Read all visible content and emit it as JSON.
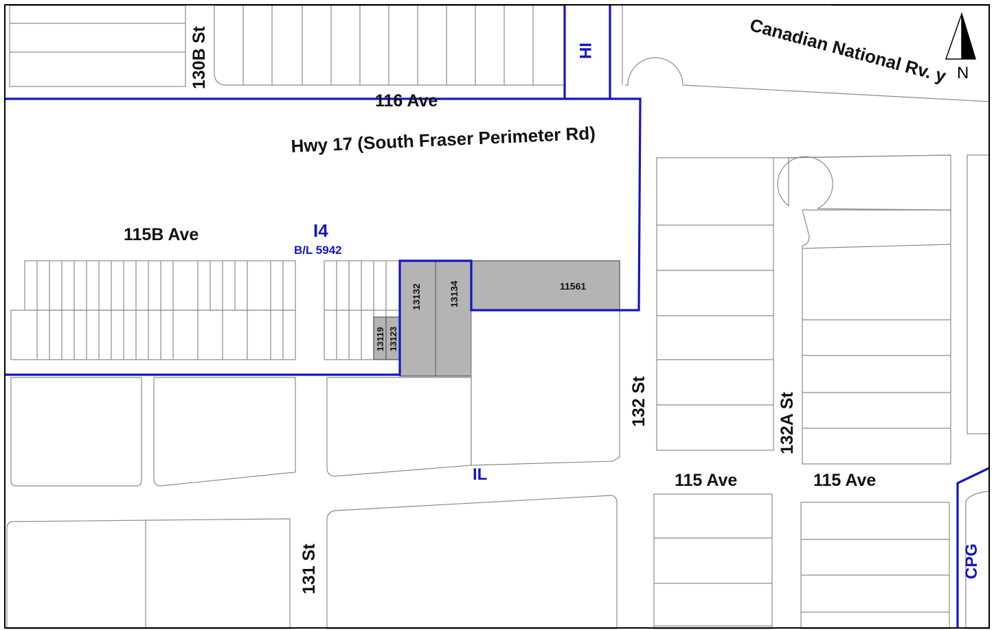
{
  "colors": {
    "zone_boundary": "#1414c8",
    "subject_fill": "#b4b4b4",
    "lot_line": "#8a8a8a",
    "text": "#111111",
    "frame": "#000000"
  },
  "streets": {
    "s130b": "130B St",
    "ave116": "116 Ave",
    "hwy17": "Hwy 17 (South Fraser Perimeter Rd)",
    "cnr": "Canadian National Rv. y",
    "ave115b": "115B Ave",
    "s132": "132 St",
    "s132a": "132A St",
    "ave115_left": "115 Ave",
    "ave115_right": "115 Ave",
    "s131": "131 St"
  },
  "zones": {
    "ih": "IH",
    "i4": "I4",
    "bylaw": "B/L 5942",
    "il": "IL",
    "cpg": "CPG"
  },
  "subject_lots": [
    "13132",
    "13134",
    "11561",
    "13119",
    "13123"
  ],
  "north_arrow": {
    "label": "N",
    "icon": "north-arrow-icon"
  }
}
